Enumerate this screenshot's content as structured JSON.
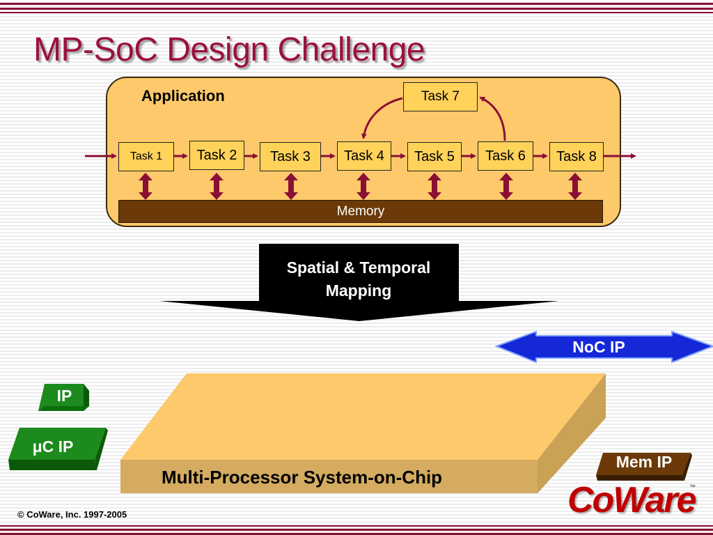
{
  "slide": {
    "title": "MP-SoC Design Challenge"
  },
  "application": {
    "label": "Application",
    "tasks": [
      "Task 1",
      "Task 2",
      "Task 3",
      "Task 4",
      "Task 5",
      "Task 6",
      "Task 8"
    ],
    "feedback_task": "Task 7",
    "memory_label": "Memory"
  },
  "mapping": {
    "line1": "Spatial & Temporal",
    "line2": "Mapping"
  },
  "noc": {
    "label": "NoC IP"
  },
  "chip": {
    "label": "Multi-Processor System-on-Chip"
  },
  "ip_blocks": {
    "ip_label": "IP",
    "uc_symbol": "μ",
    "uc_text": "C IP",
    "mem_label": "Mem IP"
  },
  "logo": {
    "text": "CoWare",
    "trademark": "™"
  },
  "footer": {
    "copyright": "© CoWare, Inc. 1997-2005"
  },
  "colors": {
    "accent": "#9b1040",
    "panel": "#fdc96a",
    "task_fill": "#ffd25a",
    "memory": "#6b3a08",
    "noc_blue": "#1428d8",
    "ip_green": "#1c8a1c",
    "mem_ip_brown": "#6b3a08",
    "logo_red": "#c00000"
  }
}
